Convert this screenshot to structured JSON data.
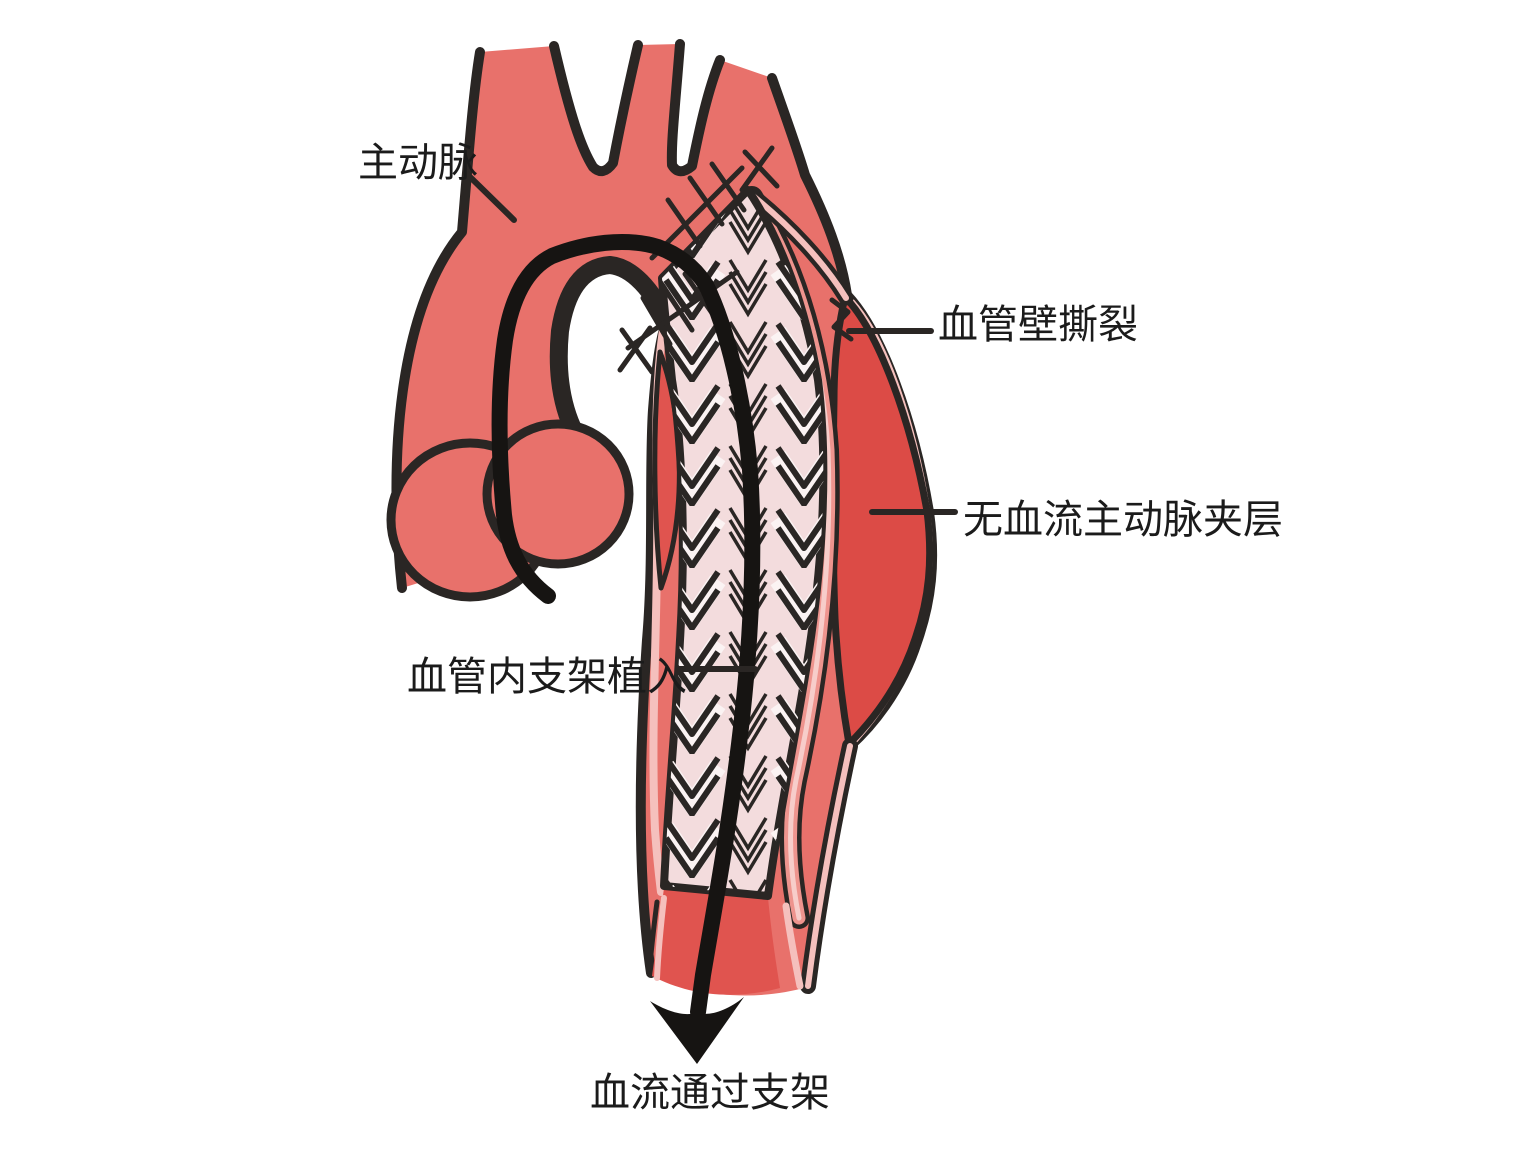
{
  "labels": {
    "aorta": "主动脉",
    "wall_tear": "血管壁撕裂",
    "no_flow_dissection": "无血流主动脉夹层",
    "stent_implant": "血管内支架植入",
    "flow_through_stent": "血流通过支架"
  },
  "colors": {
    "background": "#ffffff",
    "vessel": "#e8716b",
    "vessel_deep": "#e0544f",
    "false_lumen": "#dc4b46",
    "stent_fill": "#f3dcdd",
    "chevron": "#fbf3f3",
    "lining_pink": "#f5c0bd",
    "flap_salmon": "#ee948e",
    "flap_light": "#f7cdca",
    "outline": "#2a2624",
    "catheter": "#161412",
    "label_text": "#1b1b1b"
  }
}
